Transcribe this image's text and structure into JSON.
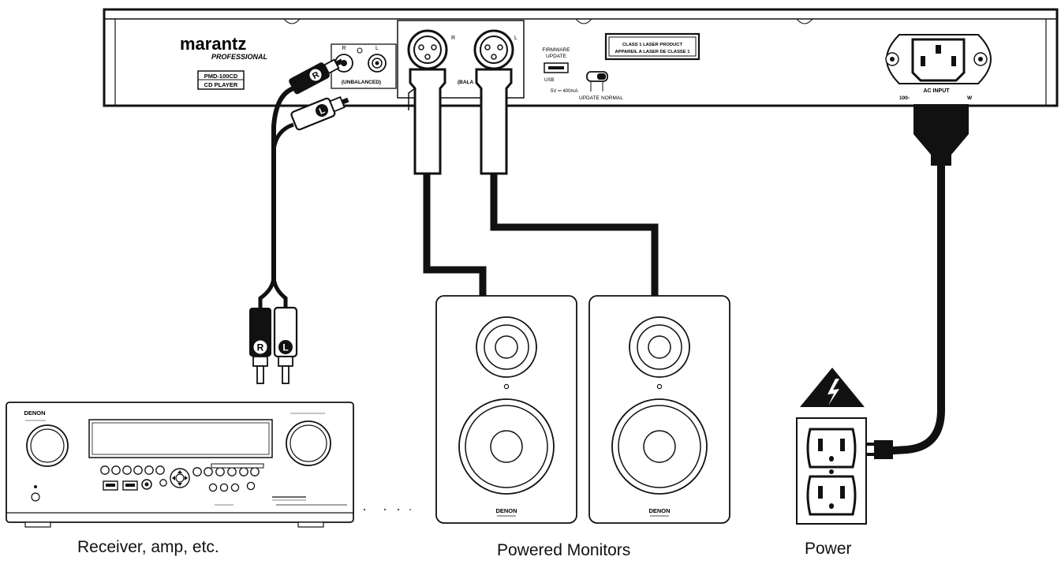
{
  "player": {
    "brand": "marantz",
    "sub_brand": "PROFESSIONAL",
    "model_line1": "PMD-100CD",
    "model_line2": "CD PLAYER",
    "rca_r": "R",
    "rca_l": "L",
    "unbalanced": "(UNBALANCED)",
    "xlr_r": "R",
    "xlr_l": "L",
    "balanced": "(BALA",
    "firmware_line1": "FIRMWARE",
    "firmware_line2": "UPDATE",
    "usb": "USB",
    "usb_power": "5V ⎓ 400mA",
    "switch_update": "UPDATE",
    "switch_normal": "NORMAL",
    "laser_line1": "CLASS 1 LASER PRODUCT",
    "laser_line2": "APPAREIL A LASER DE CLASSE 1",
    "ac_input": "AC INPUT",
    "voltage_left": "100-",
    "voltage_right": "W"
  },
  "connectors": {
    "plug_r": "R",
    "plug_l": "L"
  },
  "receiver": {
    "brand": "DENON"
  },
  "monitors": {
    "brand": "DENON"
  },
  "captions": {
    "receiver": "Receiver, amp, etc.",
    "monitors": "Powered Monitors",
    "power": "Power"
  }
}
